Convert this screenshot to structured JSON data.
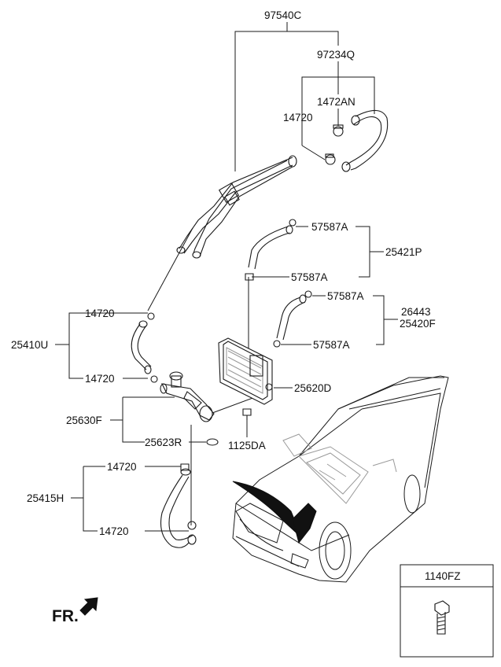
{
  "labels": {
    "assembly": "97540C",
    "hose_assy_upper": "97234Q",
    "clamp_upper": "1472AN",
    "clamp_upper_2": "14720",
    "clamp_a1": "57587A",
    "hose_25421p": "25421P",
    "clamp_a2": "57587A",
    "clamp_a3": "57587A",
    "hose_26443": "26443",
    "hose_25420f": "25420F",
    "clamp_a4": "57587A",
    "clamp_b1": "14720",
    "hose_25410u": "25410U",
    "clamp_b2": "14720",
    "valve_25620d": "25620D",
    "housing_25630f": "25630F",
    "oring_25623r": "25623R",
    "bolt_1125da": "1125DA",
    "clamp_c1": "14720",
    "hose_25415h": "25415H",
    "clamp_c2": "14720",
    "fr_label": "FR.",
    "inset_part": "1140FZ"
  },
  "colors": {
    "line": "#1a1a1a",
    "part_fill": "#ffffff",
    "shade": "#9a9a9a"
  }
}
